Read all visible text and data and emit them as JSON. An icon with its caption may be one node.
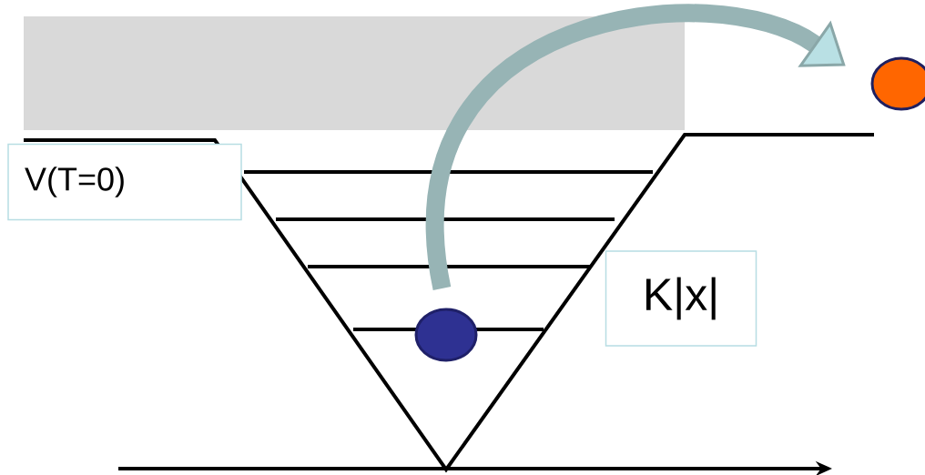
{
  "diagram": {
    "nodes": [
      {
        "text": [
          "V(T=0)"
        ]
      },
      {
        "text": [
          "K|x|"
        ]
      },
      {
        "text": [],
        "shape": "circle"
      },
      {
        "text": [],
        "shape": "circle"
      }
    ],
    "edges": [
      {
        "from": 2,
        "to": 3,
        "arrow": "to"
      }
    ]
  }
}
